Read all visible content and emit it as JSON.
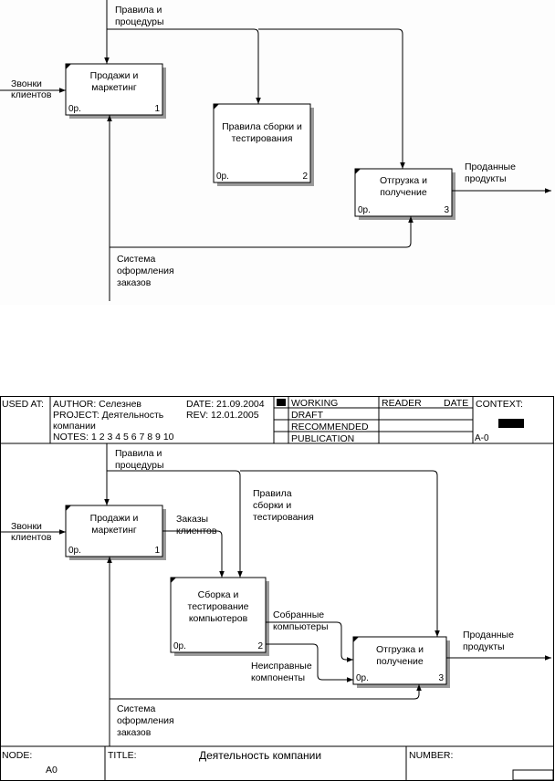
{
  "top_diagram": {
    "boxes": [
      {
        "title_lines": [
          "Продажи и",
          "маркетинг"
        ],
        "cost": "0р.",
        "number": "1"
      },
      {
        "title_lines": [
          "Правила сборки и",
          "тестирования"
        ],
        "cost": "0р.",
        "number": "2"
      },
      {
        "title_lines": [
          "Отгрузка и",
          "получение"
        ],
        "cost": "0р.",
        "number": "3"
      }
    ],
    "labels": {
      "control": [
        "Правила и",
        "процедуры"
      ],
      "input": [
        "Звонки",
        "клиентов"
      ],
      "output": [
        "Проданные",
        "продукты"
      ],
      "mechanism": [
        "Система",
        "оформления",
        "заказов"
      ]
    }
  },
  "header": {
    "used_at": "USED AT:",
    "author": "AUTHOR:  Селезнев",
    "project": "PROJECT:  Деятельность",
    "project_cont": "компании",
    "date": "DATE: 21.09.2004",
    "rev": "REV:   12.01.2005",
    "notes": "NOTES:  1  2  3  4  5  6  7  8  9  10",
    "status": [
      "WORKING",
      "DRAFT",
      "RECOMMENDED",
      "PUBLICATION"
    ],
    "reader": "READER",
    "reader_date": "DATE",
    "context": "CONTEXT:",
    "context_node": "A-0"
  },
  "bottom_diagram": {
    "boxes": [
      {
        "title_lines": [
          "Продажи и",
          "маркетинг"
        ],
        "cost": "0р.",
        "number": "1"
      },
      {
        "title_lines": [
          "Сборка и",
          "тестирование",
          "компьютеров"
        ],
        "cost": "0р.",
        "number": "2"
      },
      {
        "title_lines": [
          "Отгрузка и",
          "получение"
        ],
        "cost": "0р.",
        "number": "3"
      }
    ],
    "labels": {
      "control": [
        "Правила и",
        "процедуры"
      ],
      "assembly_rules": [
        "Правила",
        "сборки и",
        "тестирования"
      ],
      "input": [
        "Звонки",
        "клиентов"
      ],
      "orders": [
        "Заказы",
        "клиентов"
      ],
      "assembled": [
        "Собранные",
        "компьютеры"
      ],
      "faulty": [
        "Неисправные",
        "компоненты"
      ],
      "output": [
        "Проданные",
        "продукты"
      ],
      "mechanism": [
        "Система",
        "оформления",
        "заказов"
      ]
    }
  },
  "footer": {
    "node_label": "NODE:",
    "node_value": "A0",
    "title_label": "TITLE:",
    "title_value": "Деятельность компании",
    "number_label": "NUMBER:"
  }
}
